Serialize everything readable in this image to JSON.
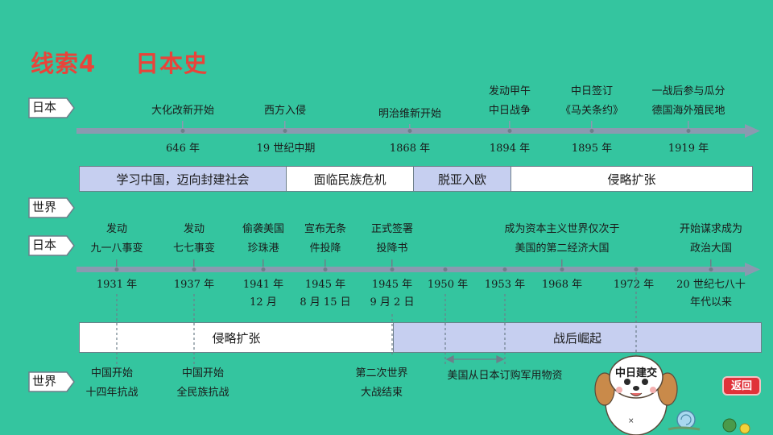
{
  "title": {
    "part1": "线索4",
    "part2": "日本史"
  },
  "tags": {
    "japan": "日本",
    "world": "世界"
  },
  "top_timeline": {
    "events": [
      {
        "lines": [
          "大化改新开始"
        ],
        "year": "646 年"
      },
      {
        "lines": [
          "西方入侵"
        ],
        "year": "19 世纪中期"
      },
      {
        "lines": [
          "明治维新开始"
        ],
        "year": "1868 年"
      },
      {
        "lines": [
          "发动甲午",
          "中日战争"
        ],
        "year": "1894 年"
      },
      {
        "lines": [
          "中日签订",
          "《马关条约》"
        ],
        "year": "1895 年"
      },
      {
        "lines": [
          "一战后参与瓜分",
          "德国海外殖民地"
        ],
        "year": "1919 年"
      }
    ],
    "periods": [
      "学习中国，迈向封建社会",
      "面临民族危机",
      "脱亚入欧",
      "侵略扩张"
    ]
  },
  "bottom_timeline": {
    "japan_events": [
      {
        "lines": [
          "发动",
          "九一八事变"
        ],
        "year": [
          "1931 年"
        ]
      },
      {
        "lines": [
          "发动",
          "七七事变"
        ],
        "year": [
          "1937 年"
        ]
      },
      {
        "lines": [
          "偷袭美国",
          "珍珠港"
        ],
        "year": [
          "1941 年",
          "12 月"
        ]
      },
      {
        "lines": [
          "宣布无条",
          "件投降"
        ],
        "year": [
          "1945 年",
          "8 月 15 日"
        ]
      },
      {
        "lines": [
          "正式签署",
          "投降书"
        ],
        "year": [
          "1945 年",
          "9 月 2 日"
        ]
      },
      {
        "lines": [],
        "year": [
          "1950 年"
        ]
      },
      {
        "lines": [],
        "year": [
          "1953 年"
        ]
      },
      {
        "lines": [
          "成为资本主义世界仅次于",
          "美国的第二经济大国"
        ],
        "year": [
          "1968 年"
        ]
      },
      {
        "lines": [],
        "year": [
          "1972 年"
        ]
      },
      {
        "lines": [
          "开始谋求成为",
          "政治大国"
        ],
        "year": [
          "20 世纪七八十",
          "年代以来"
        ]
      }
    ],
    "periods": [
      "侵略扩张",
      "战后崛起"
    ],
    "world_events": [
      {
        "lines": [
          "中国开始",
          "十四年抗战"
        ]
      },
      {
        "lines": [
          "中国开始",
          "全民族抗战"
        ]
      },
      {
        "lines": [
          "第二次世界",
          "大战结束"
        ]
      },
      {
        "lines": [
          "美国从日本订购军用物资"
        ]
      },
      {
        "lines": [
          "中日建交"
        ]
      }
    ]
  },
  "back_button": "返回",
  "colors": {
    "background": "#34c59f",
    "title": "#e8443a",
    "band": "#c6cff0",
    "line": "#8a9ab0"
  }
}
